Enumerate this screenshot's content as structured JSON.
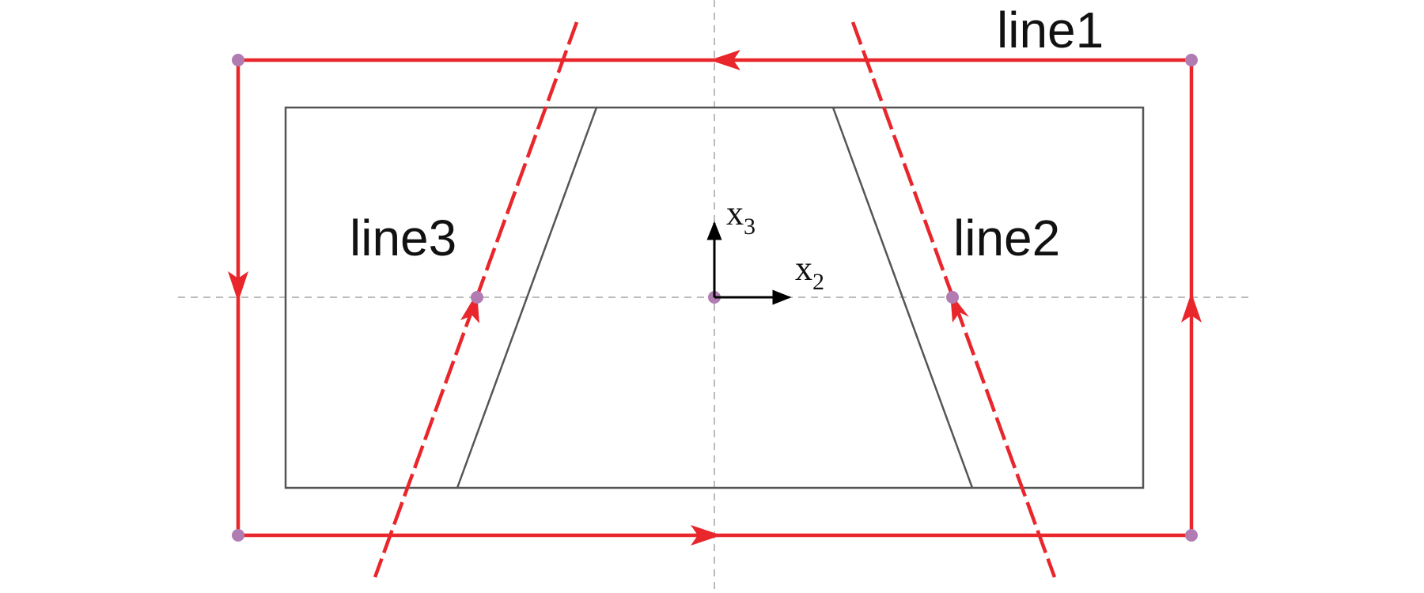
{
  "labels": {
    "line1": "line1",
    "line2": "line2",
    "line3": "line3"
  },
  "axes": {
    "x2": {
      "base": "x",
      "sub": "2"
    },
    "x3": {
      "base": "x",
      "sub": "3"
    }
  },
  "colors": {
    "path": "#e8262b",
    "outline": "#555555",
    "guide": "#bbbbbb",
    "node": "#b07cb2",
    "axis": "#000000"
  }
}
